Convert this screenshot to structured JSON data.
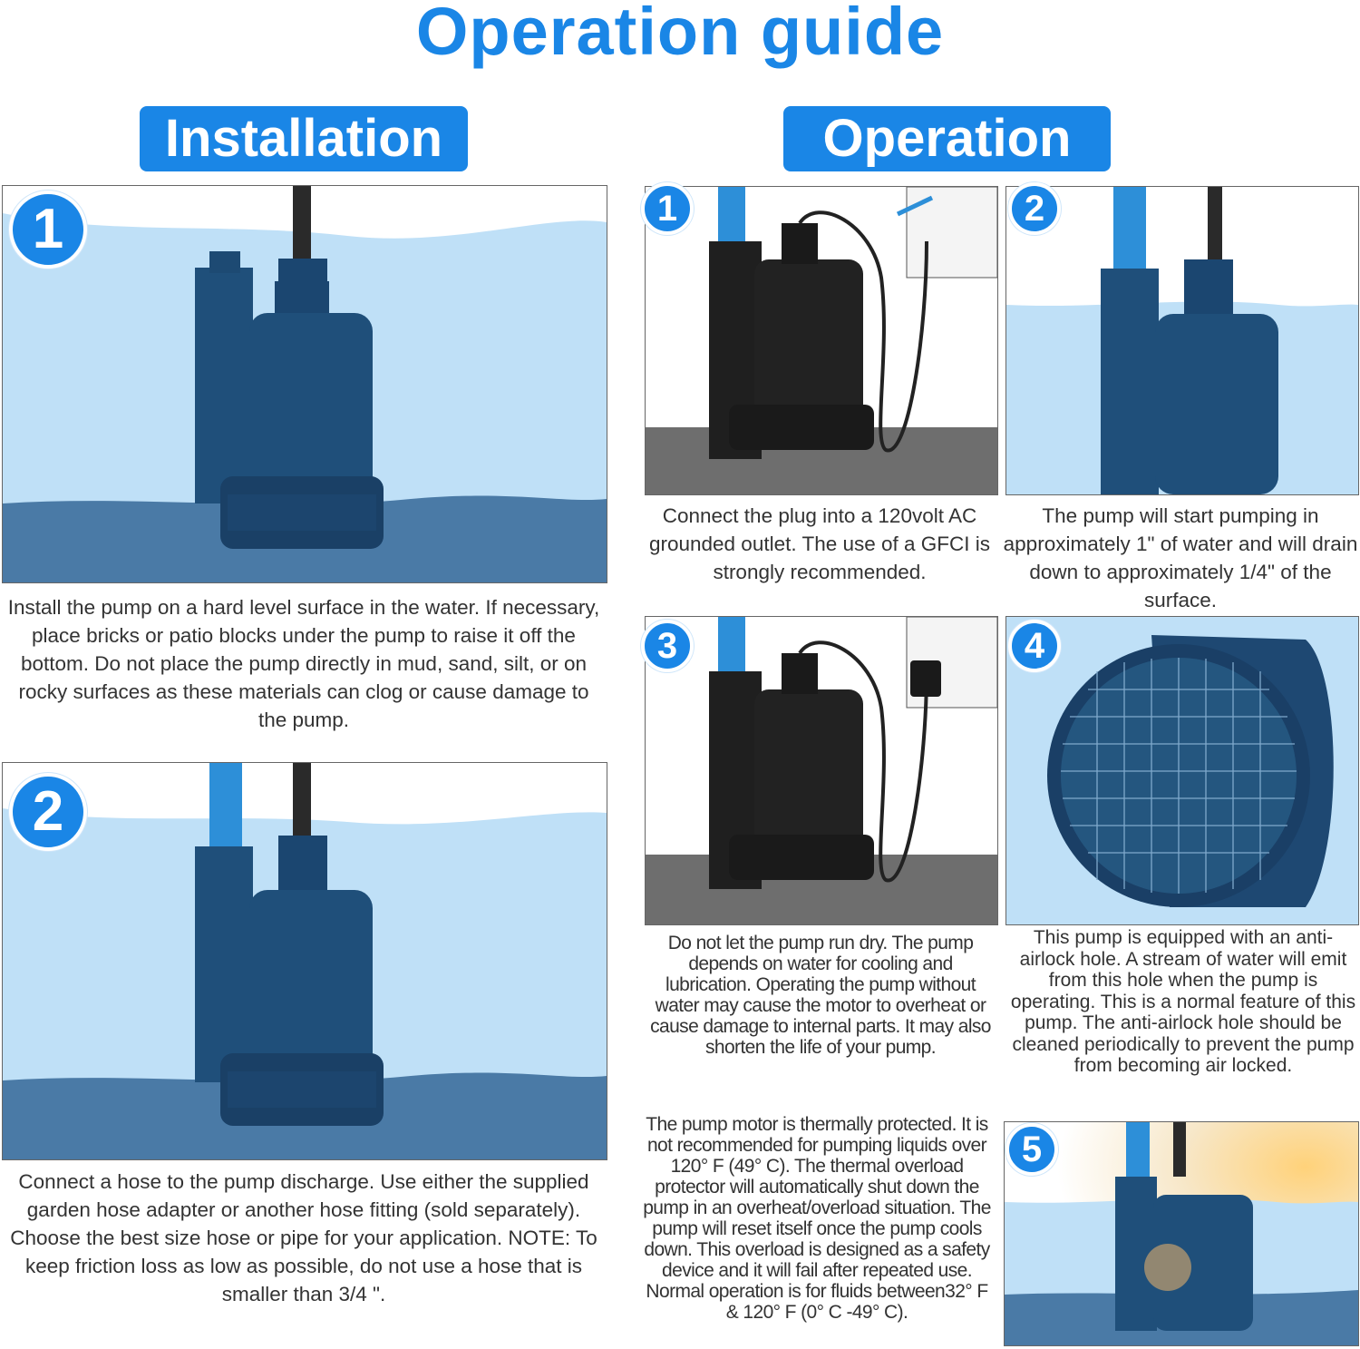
{
  "title": "Operation guide",
  "installation": {
    "heading": "Installation",
    "steps": [
      {
        "number": "1",
        "text": "Install the pump on a hard level surface in the water. If necessary, place bricks or patio blocks under the pump to raise it off the bottom. Do not place the pump directly in mud, sand,  silt, or on rocky surfaces as these materials can clog or cause damage to the pump."
      },
      {
        "number": "2",
        "text": "Connect a hose to the pump discharge. Use either the supplied garden hose adapter or another hose fitting (sold separately). Choose the best size hose or pipe for your application. NOTE: To keep friction loss as low as possible, do not use a hose that is smaller than 3/4 \"."
      }
    ]
  },
  "operation": {
    "heading": "Operation",
    "steps": [
      {
        "number": "1",
        "text": "Connect the plug into a 120volt AC grounded outlet. The use of a GFCI is strongly recommended."
      },
      {
        "number": "2",
        "text": "The pump will start pumping in approximately 1\" of water and will drain down to approximately 1/4\" of the surface."
      },
      {
        "number": "3",
        "text": "Do not let the pump run dry. The pump depends on water for cooling and lubrication. Operating the pump without water may cause the motor to overheat or cause damage to internal parts. It may also shorten the life of your pump."
      },
      {
        "number": "4",
        "text": "This pump is equipped with an anti-airlock hole. A stream of water will emit from this hole when the pump is operating. This is a normal feature of this pump. The anti-airlock hole should be cleaned periodically to prevent the pump from becoming air locked."
      },
      {
        "number": "5",
        "text": "The pump motor is thermally protected. It is not recommended for pumping liquids over 120° F (49° C). The thermal overload protector will automatically shut down the pump in an overheat/overload situation. The pump will reset itself once the pump cools down. This overload is designed as a safety device and it will fail after repeated use. Normal operation is for fluids between32° F & 120° F (0° C -49° C)."
      }
    ]
  },
  "colors": {
    "accent": "#1a86e6",
    "water_light": "#bfe0f7",
    "water_dark": "#4a7aa6",
    "pump_body": "#1f4f7a",
    "floor_gray": "#6e6e6e"
  }
}
